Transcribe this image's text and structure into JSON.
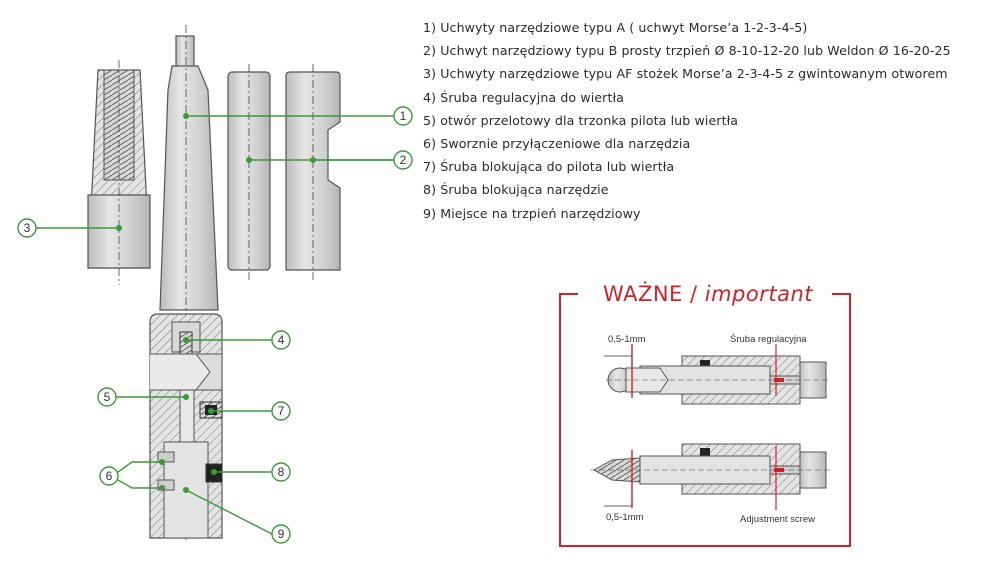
{
  "legend": [
    "1) Uchwyty narzędziowe typu A ( uchwyt Morse’a 1-2-3-4-5)",
    "2) Uchwyt narzędziowy typu B prosty trzpień Ø 8-10-12-20 lub Weldon Ø 16-20-25",
    "3) Uchwyty narzędziowe typu AF stożek Morse’a 2-3-4-5 z gwintowanym otworem",
    "4)  Śruba regulacyjna do wiertła",
    "5) otwór przelotowy dla trzonka pilota lub wiertła",
    "6) Sworznie przyłączeniowe dla narzędzia",
    "7) Śruba blokująca do pilota lub wiertła",
    "8) Śruba blokująca narzędzie",
    "9) Miejsce na trzpień narzędziowy"
  ],
  "callouts": [
    "1",
    "2",
    "3",
    "4",
    "5",
    "6",
    "7",
    "8",
    "9"
  ],
  "important": {
    "title_main": "WAŻNE / ",
    "title_italic": "important",
    "gap_top": "0,5-1mm",
    "screw_top": "Śruba regulacyjna",
    "gap_bottom": "0,5-1mm",
    "screw_bottom": "Adjustment screw"
  },
  "colors": {
    "callout_green": "#3a9a3a",
    "accent_red": "#d42027",
    "steel": "#cfcfcf",
    "outline": "#555555"
  }
}
